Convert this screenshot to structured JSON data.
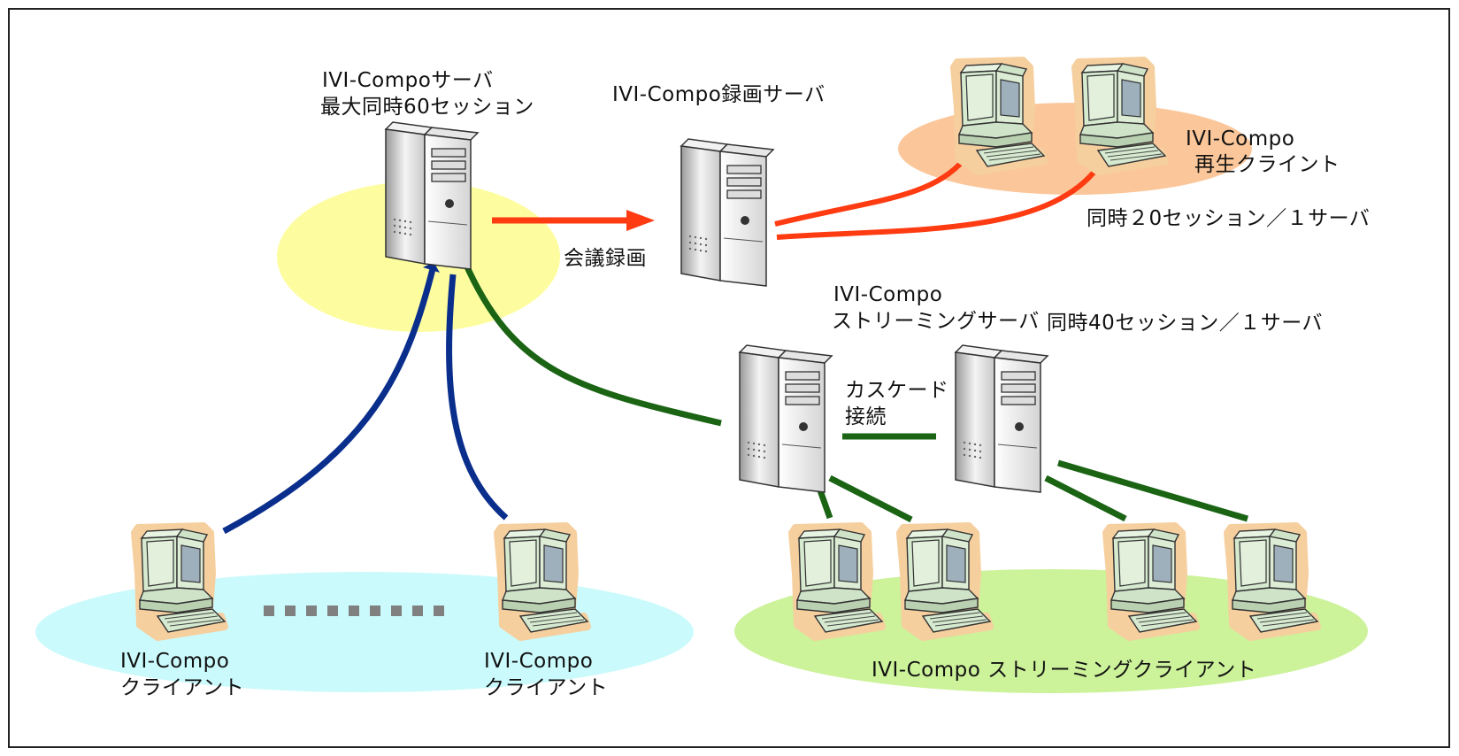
{
  "labels": {
    "main_server_name": "IVI-Compoサーバ",
    "main_server_capacity": "最大同時60セッション",
    "recording_server_name": "IVI-Compo録画サーバ",
    "playback_client_name": "IVI-Compo",
    "playback_client_role": "再生クライント",
    "playback_capacity": "同時２0セッション／１サーバ",
    "recording_link": "会議録画",
    "streaming_server_name": "IVI-Compo",
    "streaming_server_role": "ストリーミングサーバ",
    "streaming_capacity": "同時40セッション／１サーバ",
    "cascade_line1": "カスケード",
    "cascade_line2": "接続",
    "client1_name": "IVI-Compo",
    "client1_role": "クライアント",
    "client2_name": "IVI-Compo",
    "client2_role": "クライアント",
    "streaming_clients": "IVI-Compo ストリーミングクライアント"
  },
  "colors": {
    "client_link": "#0a2e8c",
    "streaming_link": "#1a6414",
    "recording_link": "#ff3b12",
    "main_zone": "#fdfda0",
    "client_zone": "#cbfafc",
    "streaming_zone": "#ccf29a",
    "playback_zone": "#fbc79a",
    "dotted_separator": "#808080"
  },
  "icons": [
    "server-icon",
    "computer-icon"
  ]
}
